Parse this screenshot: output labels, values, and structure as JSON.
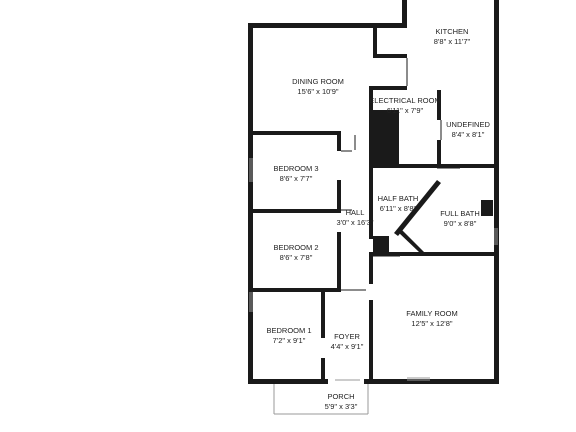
{
  "rooms": {
    "kitchen": {
      "name": "KITCHEN",
      "dims": "8'8\" x 11'7\""
    },
    "dining": {
      "name": "DINING ROOM",
      "dims": "15'6\" x 10'9\""
    },
    "electrical": {
      "name": "ELECTRICAL ROOM",
      "dims": "6'11\" x 7'9\""
    },
    "undefined": {
      "name": "UNDEFINED",
      "dims": "8'4\" x 8'1\""
    },
    "bedroom3": {
      "name": "BEDROOM 3",
      "dims": "8'6\" x 7'7\""
    },
    "half_bath": {
      "name": "HALF BATH",
      "dims": "6'11\" x 8'8\""
    },
    "full_bath": {
      "name": "FULL BATH",
      "dims": "9'0\" x 8'8\""
    },
    "hall": {
      "name": "HALL",
      "dims": "3'0\" x 16'3\""
    },
    "bedroom2": {
      "name": "BEDROOM 2",
      "dims": "8'6\" x 7'8\""
    },
    "family": {
      "name": "FAMILY ROOM",
      "dims": "12'5\" x 12'8\""
    },
    "bedroom1": {
      "name": "BEDROOM 1",
      "dims": "7'2\" x 9'1\""
    },
    "foyer": {
      "name": "FOYER",
      "dims": "4'4\" x 9'1\""
    },
    "porch": {
      "name": "PORCH",
      "dims": "5'9\" x 3'3\""
    }
  }
}
